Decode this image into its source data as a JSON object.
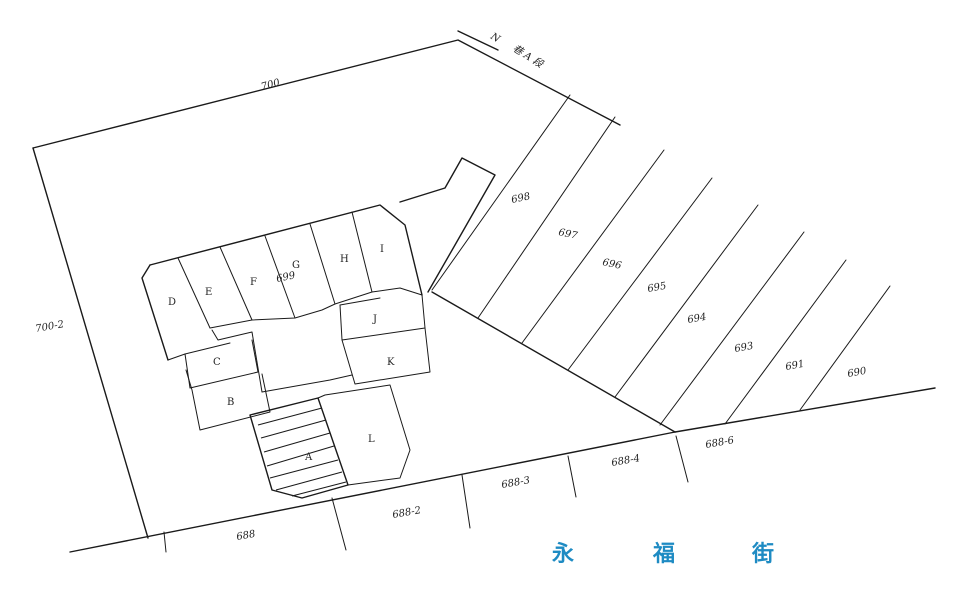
{
  "street_name": [
    "永",
    "福",
    "街"
  ],
  "north_label": "N",
  "north_note": "巷 A 段",
  "colors": {
    "street_label": "#1e8bc3",
    "ink": "#1a1a1a",
    "paper": "#ffffff"
  },
  "units": [
    "A",
    "B",
    "C",
    "D",
    "E",
    "F",
    "G",
    "H",
    "I",
    "J",
    "K",
    "L"
  ],
  "lots": {
    "top": "700",
    "left": "700-2",
    "center_lot": "699",
    "strip_1": "698",
    "strip_2": "697",
    "strip_3": "696",
    "strip_4": "695",
    "strip_5": "694",
    "strip_6": "693",
    "strip_7": "691",
    "strip_8": "690",
    "road_1": "688",
    "road_2": "688-2",
    "road_3": "688-3",
    "road_4": "688-4",
    "road_5": "688-6"
  }
}
